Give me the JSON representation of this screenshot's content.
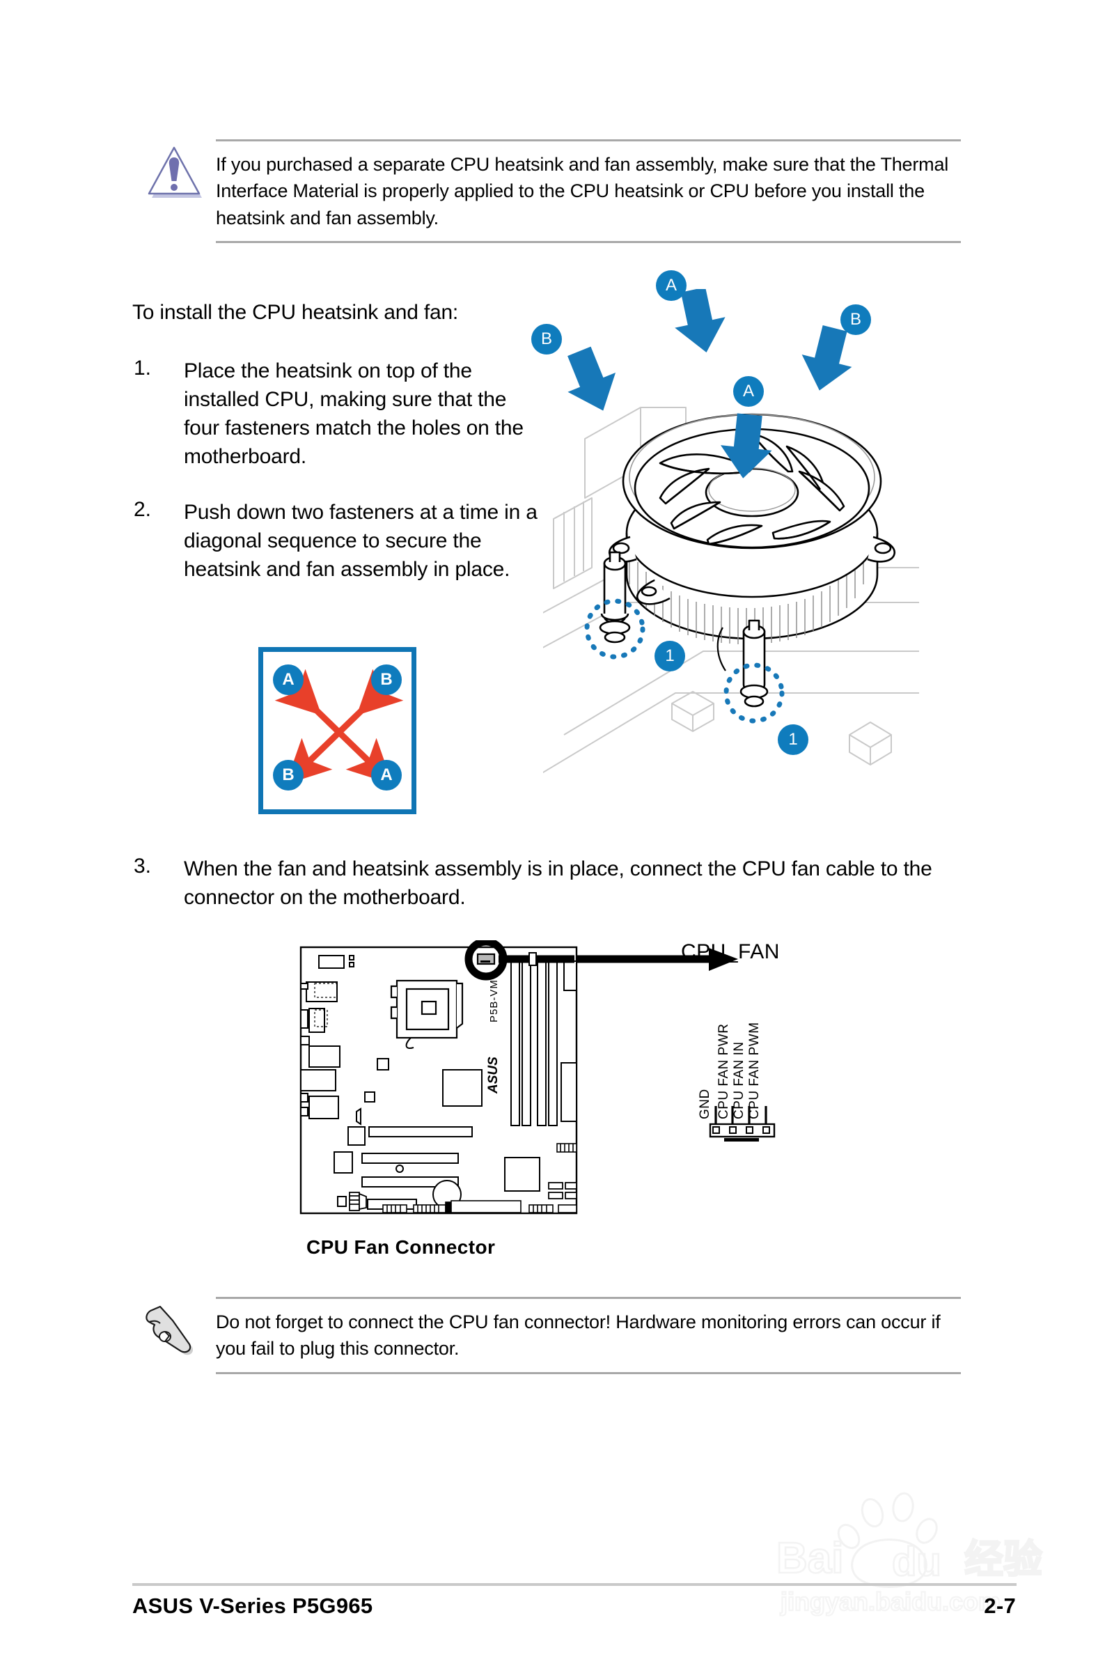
{
  "document": {
    "footer_left": "ASUS V-Series P5G965",
    "page_number": "2-7"
  },
  "warning_note": {
    "icon": "warning-triangle-icon",
    "text": "If you purchased a separate CPU heatsink and fan assembly, make sure that the Thermal Interface Material is properly applied to the CPU heatsink or CPU before you install the heatsink and fan assembly."
  },
  "intro": "To install the CPU heatsink and fan:",
  "steps": [
    {
      "number": "1.",
      "text": "Place the heatsink on top of the installed CPU, making sure that the four fasteners match the holes on the motherboard."
    },
    {
      "number": "2.",
      "text": "Push down two fasteners at a time in a diagonal sequence to secure the heatsink and fan assembly in place."
    },
    {
      "number": "3.",
      "text": "When the fan and heatsink assembly is in place, connect the CPU fan cable to the connector on the motherboard."
    }
  ],
  "diagonal_diagram": {
    "top_left": "A",
    "top_right": "B",
    "bottom_left": "B",
    "bottom_right": "A",
    "arrow_color": "#e8402a",
    "border_color": "#0f75b4"
  },
  "heatsink_illustration": {
    "badges": [
      {
        "label": "A",
        "position": "top-center"
      },
      {
        "label": "B",
        "position": "upper-right"
      },
      {
        "label": "B",
        "position": "upper-left"
      },
      {
        "label": "A",
        "position": "center"
      },
      {
        "label": "1",
        "position": "lower-left"
      },
      {
        "label": "1",
        "position": "lower-right"
      }
    ],
    "accent_color": "#0f7cbd"
  },
  "motherboard_diagram": {
    "board_label": "P5B-VM",
    "brand": "ASUS",
    "callout": "CPU_FAN",
    "caption": "CPU Fan Connector",
    "pins": [
      "GND",
      "CPU FAN PWR",
      "CPU FAN IN",
      "CPU FAN PWM"
    ]
  },
  "bottom_note": {
    "icon": "pointing-hand-icon",
    "text": "Do not forget to connect the CPU fan connector! Hardware monitoring errors can occur if you fail to plug this connector."
  },
  "watermark": {
    "brand": "Baidu",
    "brand_cn": "经验",
    "url": "jingyan.baidu.com"
  }
}
